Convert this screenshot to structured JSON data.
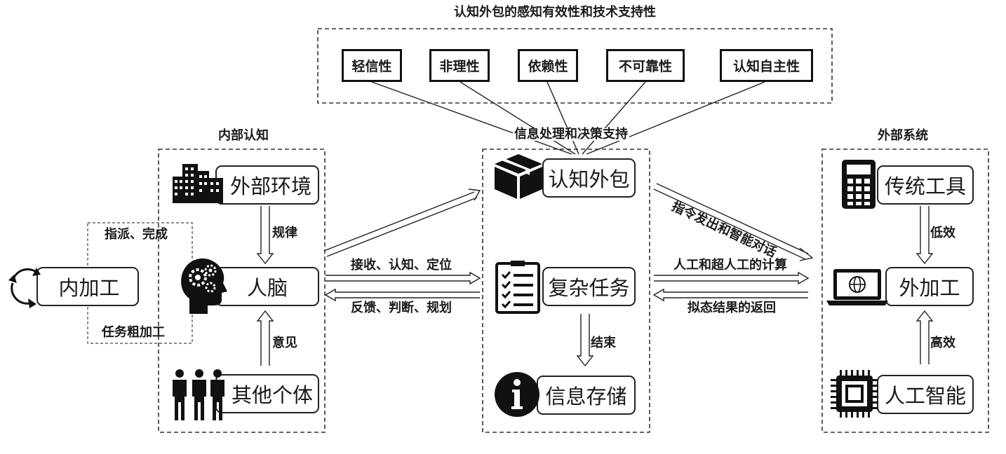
{
  "title": "认知外包的感知有效性和技术支持性",
  "properties": [
    "轻信性",
    "非理性",
    "依赖性",
    "不可靠性",
    "认知自主性"
  ],
  "hub_label": "信息处理和决策支持",
  "internal": {
    "title": "内部认知",
    "nodes": {
      "environment": "外部环境",
      "brain": "人脑",
      "others": "其他个体"
    },
    "arrows": {
      "rules": "规律",
      "opinion": "意见"
    }
  },
  "inner_processing": {
    "label": "内加工",
    "assign": "指派、完成",
    "coarse": "任务粗加工"
  },
  "center": {
    "nodes": {
      "outsourcing": "认知外包",
      "complex_task": "复杂任务",
      "storage": "信息存储"
    },
    "arrows": {
      "end": "结束"
    }
  },
  "external": {
    "title": "外部系统",
    "nodes": {
      "traditional": "传统工具",
      "external_processing": "外加工",
      "ai": "人工智能"
    },
    "arrows": {
      "low": "低效",
      "high": "高效"
    }
  },
  "flows": {
    "receive": "接收、认知、定位",
    "feedback": "反馈、判断、规划",
    "instruction": "指令发出和智能对话",
    "compute": "人工和超人工的计算",
    "return": "拟态结果的返回"
  }
}
